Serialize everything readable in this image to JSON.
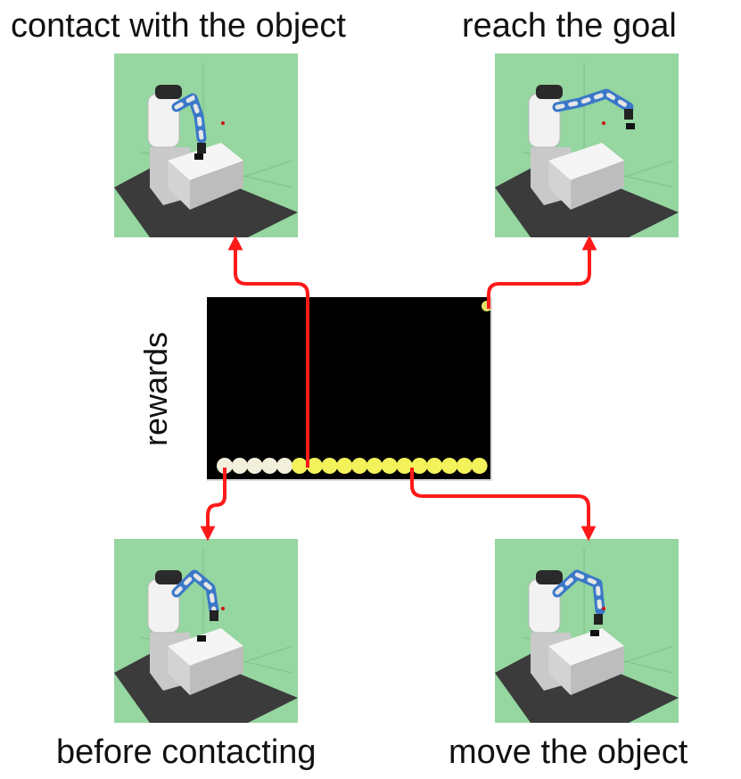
{
  "captions": {
    "top_left": "contact with the object",
    "top_right": "reach the goal",
    "bottom_left": "before contacting",
    "bottom_right": "move the object"
  },
  "reward_plot": {
    "ylabel": "rewards",
    "background": "#000000",
    "dots": [
      {
        "color": "#f2f0dc"
      },
      {
        "color": "#f2f0dc"
      },
      {
        "color": "#f2f0dc"
      },
      {
        "color": "#f2f0dc"
      },
      {
        "color": "#f2f0dc"
      },
      {
        "color": "#f3f25a"
      },
      {
        "color": "#f3f25a"
      },
      {
        "color": "#f3f25a"
      },
      {
        "color": "#f3f25a"
      },
      {
        "color": "#f3f25a"
      },
      {
        "color": "#f3f25a"
      },
      {
        "color": "#f3f25a"
      },
      {
        "color": "#f3f25a"
      },
      {
        "color": "#f3f25a"
      },
      {
        "color": "#f3f25a"
      },
      {
        "color": "#f3f25a"
      },
      {
        "color": "#f3f25a"
      },
      {
        "color": "#f3f25a"
      }
    ],
    "high_dot_color": "#e7e26a"
  },
  "colors": {
    "arrow": "#ff1a1a",
    "panel_bg": "#96d6a0",
    "table": "#e9e9e9",
    "floor": "#3b3b3b"
  }
}
